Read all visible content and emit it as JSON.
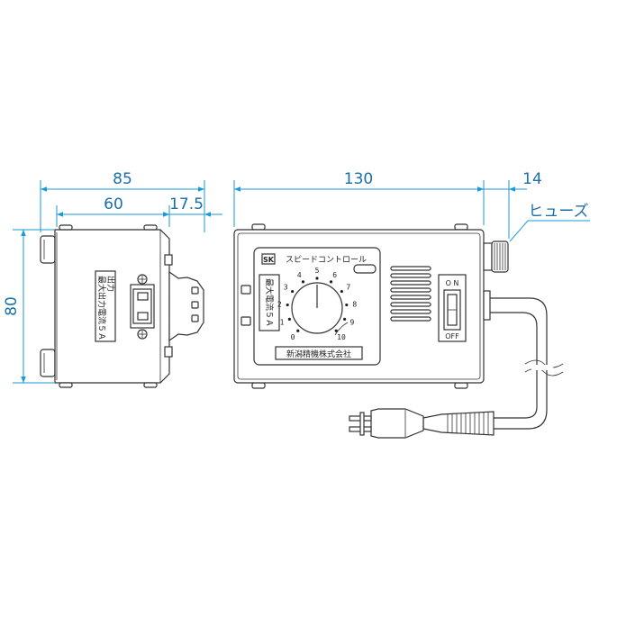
{
  "dimensions": {
    "total_width_side": "85",
    "depth_main_side": "60",
    "depth_plug_side": "17.5",
    "front_width": "130",
    "fuse_protrusion": "14",
    "height": "80"
  },
  "callouts": {
    "fuse": "ヒューズ"
  },
  "side_view": {
    "outlet_label_line1": "出力",
    "outlet_label_line2": "最大出力電流５Ａ"
  },
  "front_view": {
    "logo": "SK",
    "speed_control": "スピードコントロール",
    "max_current": "最大電流５Ａ",
    "maker": "新潟精機株式会社",
    "switch_on": "O  N",
    "switch_off": "OFF",
    "dial_numbers": [
      "0",
      "1",
      "2",
      "3",
      "4",
      "5",
      "6",
      "7",
      "8",
      "9",
      "10"
    ]
  },
  "colors": {
    "dimension": "#1a9ad6",
    "outline": "#333333"
  }
}
